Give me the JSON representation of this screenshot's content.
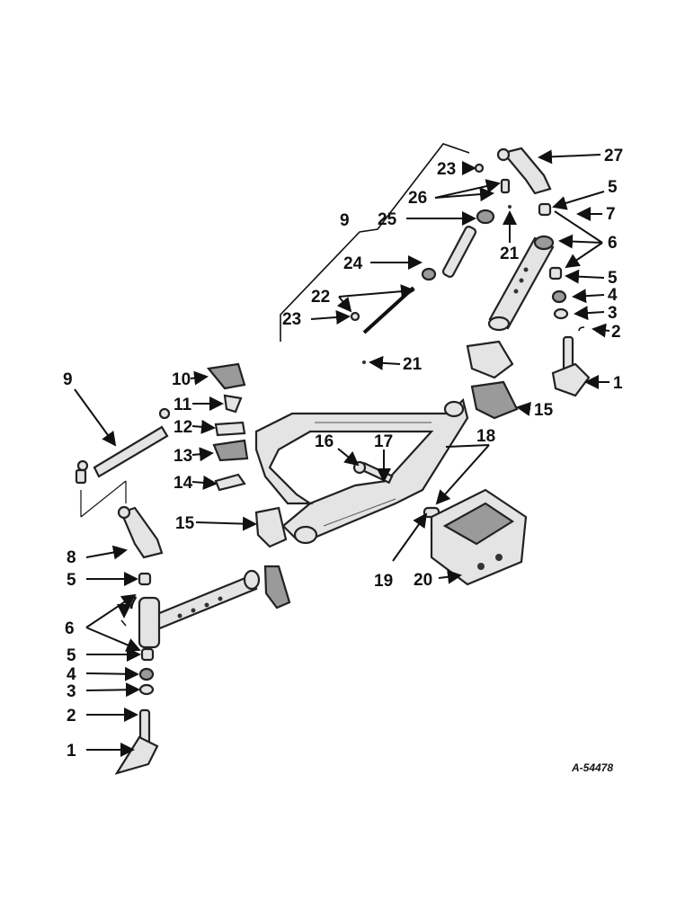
{
  "figure_ref": "A-54478",
  "labels": {
    "n1_right": "1",
    "n1_left": "1",
    "n2_right": "2",
    "n2_left": "2",
    "n3_right": "3",
    "n3_left": "3",
    "n4_right": "4",
    "n4_left": "4",
    "n5_right_top": "5",
    "n5_right_bottom": "5",
    "n5_left_top": "5",
    "n5_left_bottom": "5",
    "n6_right": "6",
    "n6_left": "6",
    "n7_right": "7",
    "n7_left": "7",
    "n8": "8",
    "n9_top": "9",
    "n9_left": "9",
    "n10": "10",
    "n11": "11",
    "n12": "12",
    "n13": "13",
    "n14": "14",
    "n15_right": "15",
    "n15_left": "15",
    "n16": "16",
    "n17": "17",
    "n18": "18",
    "n19": "19",
    "n20": "20",
    "n21_top": "21",
    "n21_bottom": "21",
    "n22": "22",
    "n23_top": "23",
    "n23_bottom": "23",
    "n24": "24",
    "n25": "25",
    "n26": "26",
    "n27": "27"
  }
}
